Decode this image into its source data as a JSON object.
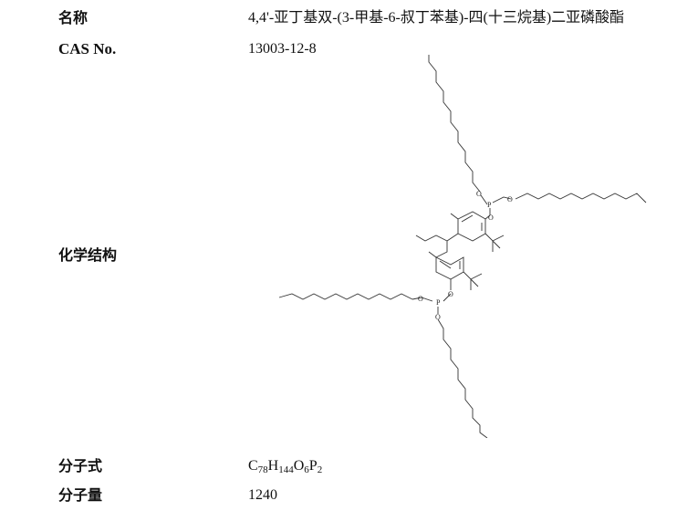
{
  "fields": {
    "name": {
      "label": "名称",
      "value": "4,4'-亚丁基双-(3-甲基-6-叔丁苯基)-四(十三烷基)二亚磷酸酯"
    },
    "cas": {
      "label": "CAS No.",
      "value": "13003-12-8"
    },
    "structure": {
      "label": "化学结构"
    },
    "formula": {
      "label": "分子式",
      "parts": [
        {
          "el": "C",
          "n": "78"
        },
        {
          "el": "H",
          "n": "144"
        },
        {
          "el": "O",
          "n": "6"
        },
        {
          "el": "P",
          "n": "2"
        }
      ]
    },
    "weight": {
      "label": "分子量",
      "value": "1240"
    }
  },
  "atoms": {
    "oxygen": "O",
    "phosphorus": "P"
  }
}
